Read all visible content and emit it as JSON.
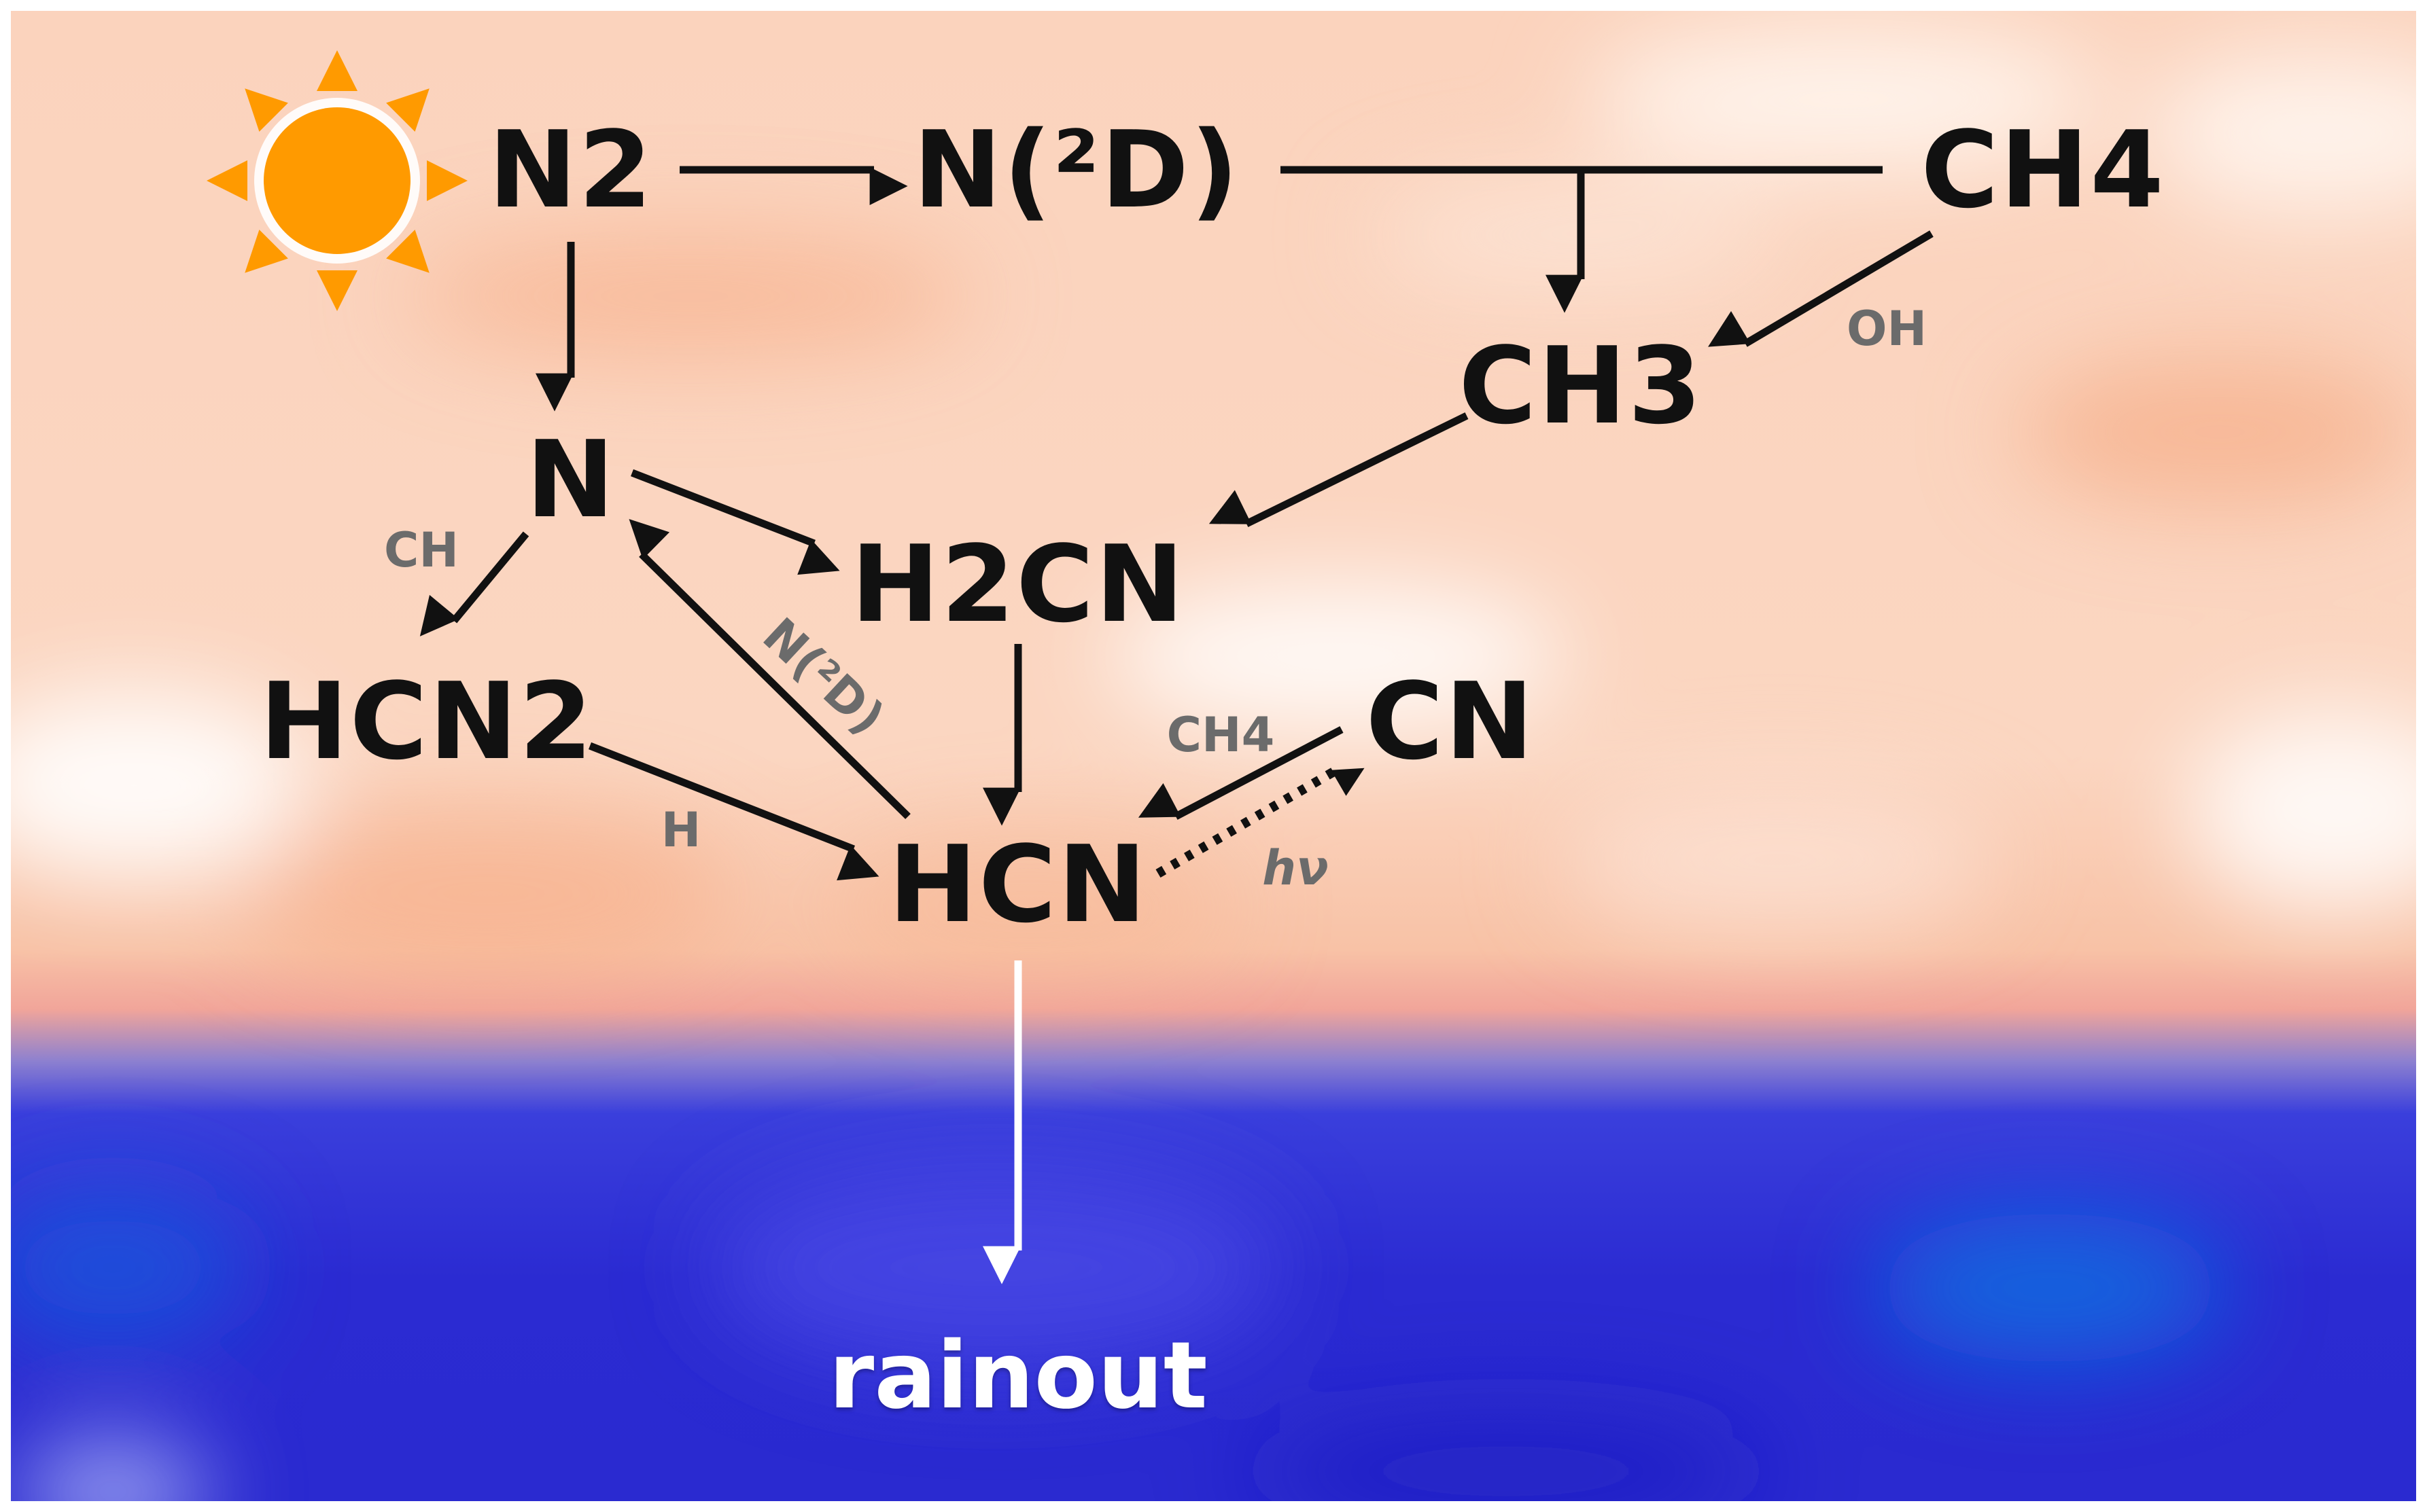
{
  "colors": {
    "sky": "#fbd9c5",
    "sky_accent": "#f7b692",
    "ocean": "#2a2bd4",
    "sun": "#ff9a00",
    "arrow": "#111111",
    "reagent_text": "#6b6b6b",
    "sink_arrow": "#ffffff"
  },
  "icons": {
    "sun": "sun-icon"
  },
  "species": {
    "n2": "N2",
    "n2d": "N(²D)",
    "ch4": "CH4",
    "ch3": "CH3",
    "n": "N",
    "h2cn": "H2CN",
    "hcn2": "HCN2",
    "cn": "CN",
    "hcn": "HCN"
  },
  "reagents": {
    "oh": "OH",
    "ch": "CH",
    "n2d": "N(²D)",
    "ch4": "CH4",
    "h": "H",
    "hv": "hν"
  },
  "sink": {
    "rainout": "rainout"
  }
}
